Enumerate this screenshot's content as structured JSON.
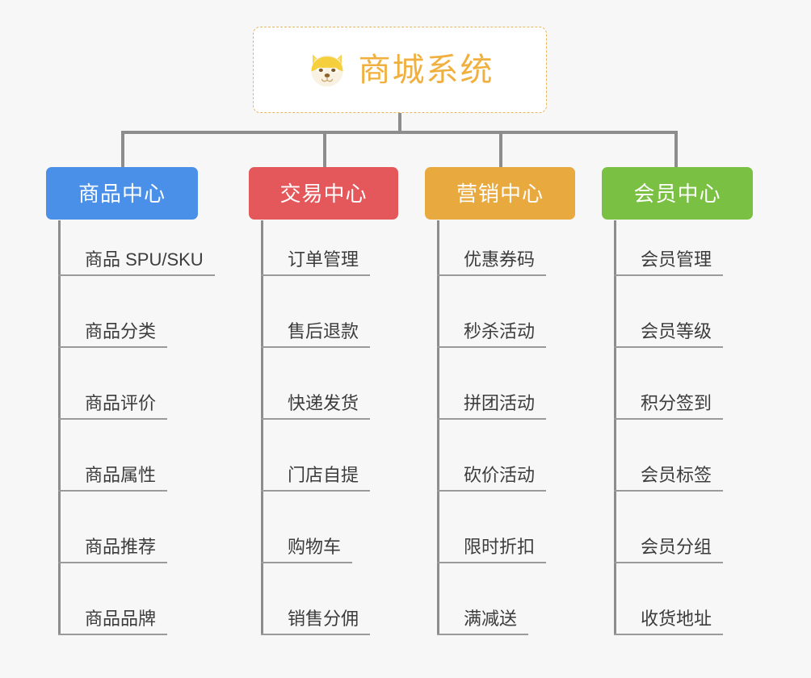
{
  "diagram": {
    "title": "商城系统",
    "background_color": "#f7f7f7",
    "root": {
      "label": "商城系统",
      "icon": "shiba-dog-icon",
      "text_color": "#f0b040",
      "border_color": "#e8b55a",
      "background_color": "#ffffff"
    },
    "connector_color": "#8d8d8d",
    "leaf_rule_color": "#9a9a9a",
    "leaf_text_color": "#3c3c3c",
    "columns": [
      {
        "label": "商品中心",
        "color": "#4a90e8",
        "items": [
          "商品 SPU/SKU",
          "商品分类",
          "商品评价",
          "商品属性",
          "商品推荐",
          "商品品牌"
        ]
      },
      {
        "label": "交易中心",
        "color": "#e4575a",
        "items": [
          "订单管理",
          "售后退款",
          "快递发货",
          "门店自提",
          "购物车",
          "销售分佣"
        ]
      },
      {
        "label": "营销中心",
        "color": "#e8a93f",
        "items": [
          "优惠券码",
          "秒杀活动",
          "拼团活动",
          "砍价活动",
          "限时折扣",
          "满减送"
        ]
      },
      {
        "label": "会员中心",
        "color": "#7ac143",
        "items": [
          "会员管理",
          "会员等级",
          "积分签到",
          "会员标签",
          "会员分组",
          "收货地址"
        ]
      }
    ]
  }
}
